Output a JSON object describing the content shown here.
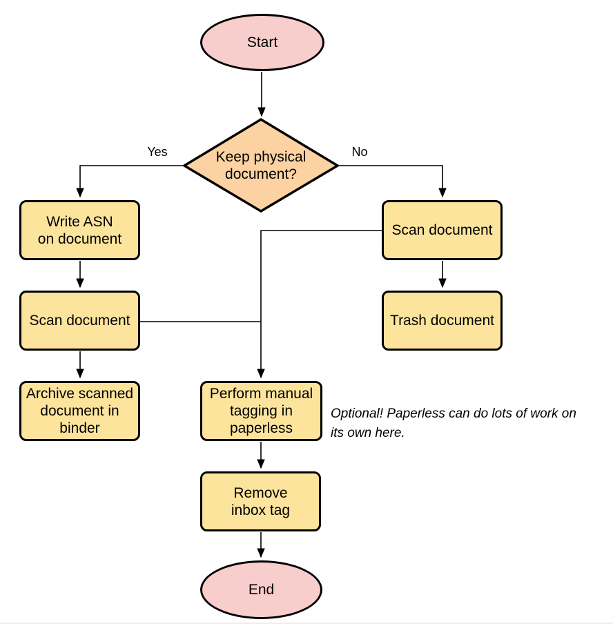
{
  "nodes": {
    "start": "Start",
    "decision": "Keep physical\ndocument?",
    "write_asn": "Write ASN\non document",
    "scan_left": "Scan document",
    "archive": "Archive scanned\ndocument in\nbinder",
    "scan_right": "Scan document",
    "trash": "Trash document",
    "perform": "Perform manual\ntagging in\npaperless",
    "remove": "Remove\ninbox tag",
    "end": "End"
  },
  "edge_labels": {
    "yes": "Yes",
    "no": "No"
  },
  "note": "Optional! Paperless can do lots of work on\nits own here.",
  "colors": {
    "terminal_fill": "#f8cecc",
    "decision_fill": "#fcd2a2",
    "process_fill": "#fde49c",
    "stroke": "#000000"
  }
}
